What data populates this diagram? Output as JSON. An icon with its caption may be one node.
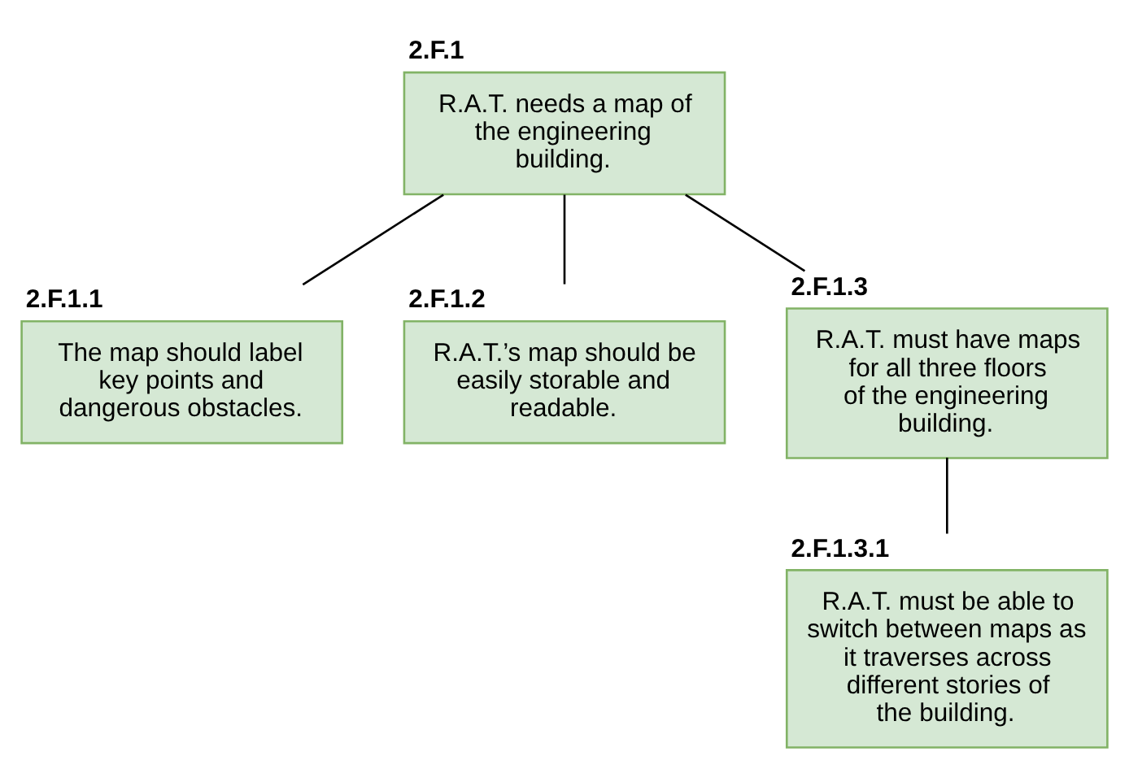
{
  "diagram": {
    "nodes": [
      {
        "text": [
          "2.F.1",
          "R.A.T. needs a map of the engineering building."
        ]
      },
      {
        "text": [
          "2.F.1.1",
          "The map should label key points and dangerous obstacles."
        ]
      },
      {
        "text": [
          "2.F.1.2",
          "R.A.T.’s map should be easily storable and readable."
        ]
      },
      {
        "text": [
          "2.F.1.3",
          "R.A.T. must have maps for all three floors of the engineering building."
        ]
      },
      {
        "text": [
          "2.F.1.3.1",
          "R.A.T. must be able to switch between maps as it traverses across different stories of the building."
        ]
      }
    ],
    "edges": [
      {
        "from": 0,
        "to": 1,
        "arrow": "none"
      },
      {
        "from": 0,
        "to": 2,
        "arrow": "none"
      },
      {
        "from": 0,
        "to": 3,
        "arrow": "none"
      },
      {
        "from": 3,
        "to": 4,
        "arrow": "none"
      }
    ]
  }
}
